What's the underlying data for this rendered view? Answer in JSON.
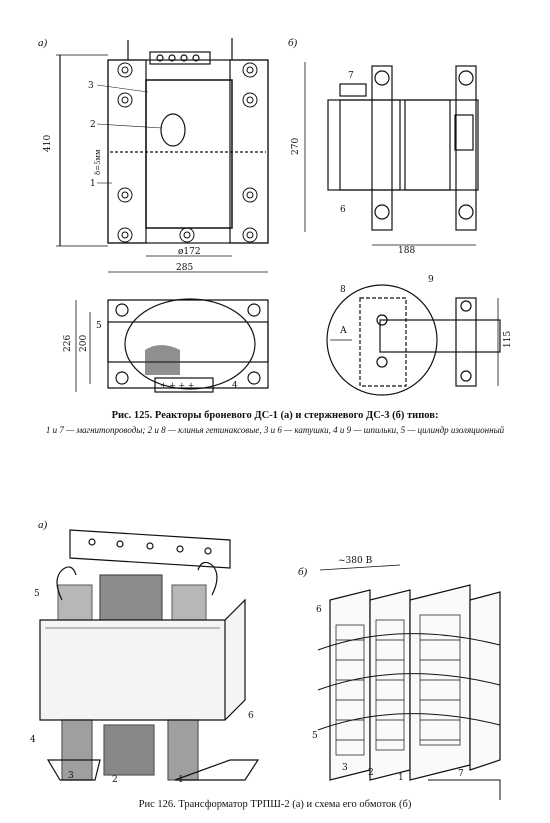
{
  "figure125": {
    "panel_a": "а)",
    "panel_b": "б)",
    "dims_a": {
      "height": "410",
      "gap": "δ=5мм",
      "diameter": "ø172",
      "width": "285",
      "h2": "226",
      "h3": "200"
    },
    "dims_b": {
      "height": "270",
      "width": "188",
      "side": "115",
      "arrow": "А"
    },
    "callouts_a": [
      "1",
      "2",
      "3",
      "4",
      "5"
    ],
    "callouts_b": [
      "6",
      "7",
      "8",
      "9"
    ],
    "caption_title": "Рис. 125. Реакторы броневого ДС-1 (а) и стержневого ДС-3 (б) типов:",
    "caption_legend": "1 и 7 — магнитопроводы; 2 и 8 — клинья гетинаксовые, 3 и 6 — катушки, 4 и 9 — шпильки, 5 — цилиндр изоляционный"
  },
  "figure126": {
    "panel_a": "а)",
    "panel_b": "б)",
    "voltage": "~380 В",
    "callouts_a": [
      "1",
      "2",
      "3",
      "4",
      "5",
      "6"
    ],
    "callouts_b": [
      "1",
      "2",
      "3",
      "5",
      "6",
      "7"
    ],
    "caption": "Рис 126. Трансформатор ТРПШ-2 (а) и схема его обмоток (б)"
  }
}
